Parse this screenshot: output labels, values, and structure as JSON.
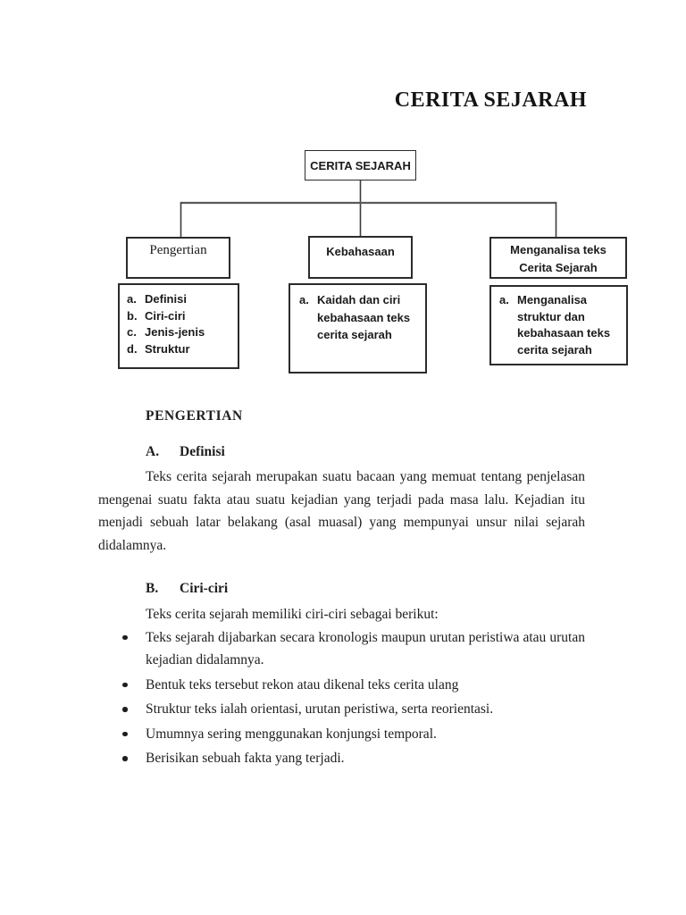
{
  "page": {
    "title": "CERITA SEJARAH"
  },
  "colors": {
    "page_background": "#ffffff",
    "ink": "#1e1e1e",
    "box_border": "#2b2b2b"
  },
  "diagram": {
    "root_label": "CERITA SEJARAH",
    "branches": [
      {
        "label": "Pengertian",
        "items": [
          {
            "marker": "a.",
            "text": "Definisi"
          },
          {
            "marker": "b.",
            "text": "Ciri-ciri"
          },
          {
            "marker": "c.",
            "text": "Jenis-jenis"
          },
          {
            "marker": "d.",
            "text": "Struktur"
          }
        ]
      },
      {
        "label": "Kebahasaan",
        "items": [
          {
            "marker": "a.",
            "lines": [
              "Kaidah dan ciri",
              "kebahasaan teks",
              "cerita sejarah"
            ]
          }
        ]
      },
      {
        "label_lines": [
          "Menganalisa teks",
          "Cerita Sejarah"
        ],
        "items": [
          {
            "marker": "a.",
            "lines": [
              "Menganalisa",
              "struktur dan",
              "kebahasaan teks",
              "cerita sejarah"
            ]
          }
        ]
      }
    ]
  },
  "content": {
    "section_heading": "PENGERTIAN",
    "sub_a": {
      "marker": "A.",
      "title": "Definisi",
      "paragraph": "Teks cerita sejarah merupakan suatu bacaan yang memuat tentang penjelasan mengenai suatu fakta atau suatu kejadian yang terjadi pada masa lalu. Kejadian itu menjadi sebuah latar belakang (asal muasal) yang mempunyai unsur nilai sejarah didalamnya."
    },
    "sub_b": {
      "marker": "B.",
      "title": "Ciri-ciri",
      "intro": "Teks cerita sejarah memiliki ciri-ciri sebagai berikut:",
      "bullets": [
        "Teks sejarah dijabarkan secara kronologis maupun urutan peristiwa atau urutan kejadian didalamnya.",
        "Bentuk teks tersebut rekon atau dikenal teks cerita ulang",
        "Struktur teks ialah orientasi, urutan peristiwa, serta reorientasi.",
        "Umumnya sering menggunakan konjungsi temporal.",
        "Berisikan sebuah fakta yang terjadi."
      ]
    }
  }
}
